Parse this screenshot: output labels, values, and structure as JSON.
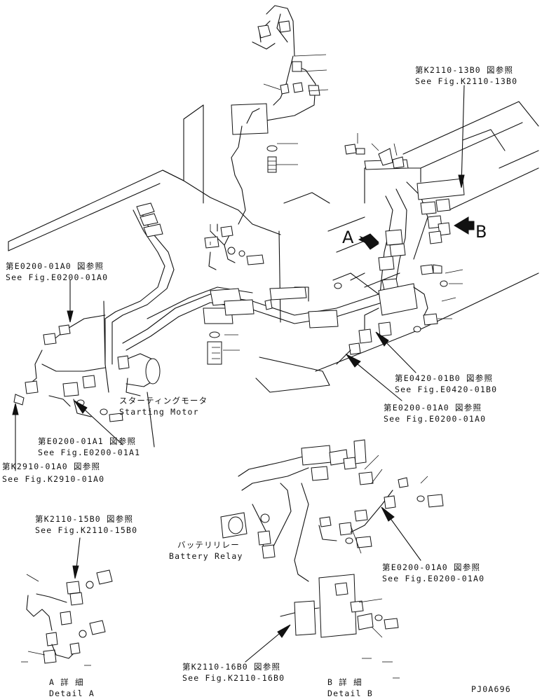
{
  "references": {
    "k2110_13b0": {
      "ja": "第K2110-13B0 図参照",
      "en": "See Fig.K2110-13B0"
    },
    "e0200_01a0_left": {
      "ja": "第E0200-01A0 図参照",
      "en": "See Fig.E0200-01A0"
    },
    "e0420_01b0": {
      "ja": "第E0420-01B0 図参照",
      "en": "See Fig.E0420-01B0"
    },
    "e0200_01a0_center": {
      "ja": "第E0200-01A0 図参照",
      "en": "See Fig.E0200-01A0"
    },
    "e0200_01a1": {
      "ja": "第E0200-01A1 図参照",
      "en": "See Fig.E0200-01A1"
    },
    "k2910_01a0": {
      "ja": "第K2910-01A0 図参照",
      "en": "See Fig.K2910-01A0"
    },
    "k2110_15b0": {
      "ja": "第K2110-15B0 図参照",
      "en": "See Fig.K2110-15B0"
    },
    "e0200_01a0_lower": {
      "ja": "第E0200-01A0 図参照",
      "en": "See Fig.E0200-01A0"
    },
    "k2110_16b0": {
      "ja": "第K2110-16B0 図参照",
      "en": "See Fig.K2110-16B0"
    }
  },
  "components": {
    "starting_motor": {
      "ja": "スターティングモータ",
      "en": "Starting Motor"
    },
    "battery_relay": {
      "ja": "バッテリリレー",
      "en": "Battery Relay"
    }
  },
  "view_markers": {
    "a": "A",
    "b": "B"
  },
  "details": {
    "a": {
      "ja": "A 詳 細",
      "en": "Detail A"
    },
    "b": {
      "ja": "B 詳 細",
      "en": "Detail B"
    }
  },
  "drawing_code": "PJ0A696"
}
